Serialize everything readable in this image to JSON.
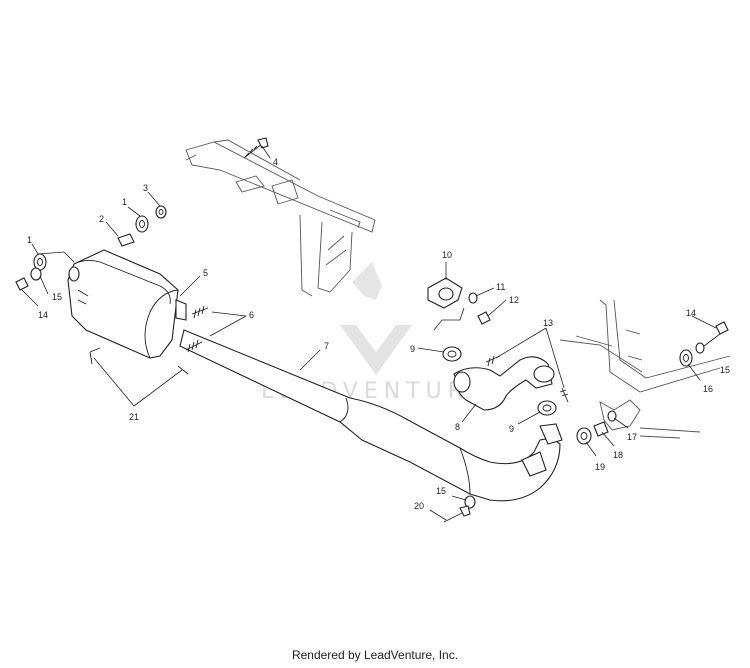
{
  "callouts": [
    "1",
    "1",
    "2",
    "3",
    "4",
    "5",
    "6",
    "7",
    "8",
    "9",
    "9",
    "10",
    "11",
    "12",
    "13",
    "14",
    "14",
    "15",
    "15",
    "15",
    "16",
    "17",
    "18",
    "19",
    "20",
    "21"
  ],
  "watermark": {
    "text": "LEADVENTURE"
  },
  "footer": {
    "text": "Rendered by LeadVenture, Inc."
  }
}
